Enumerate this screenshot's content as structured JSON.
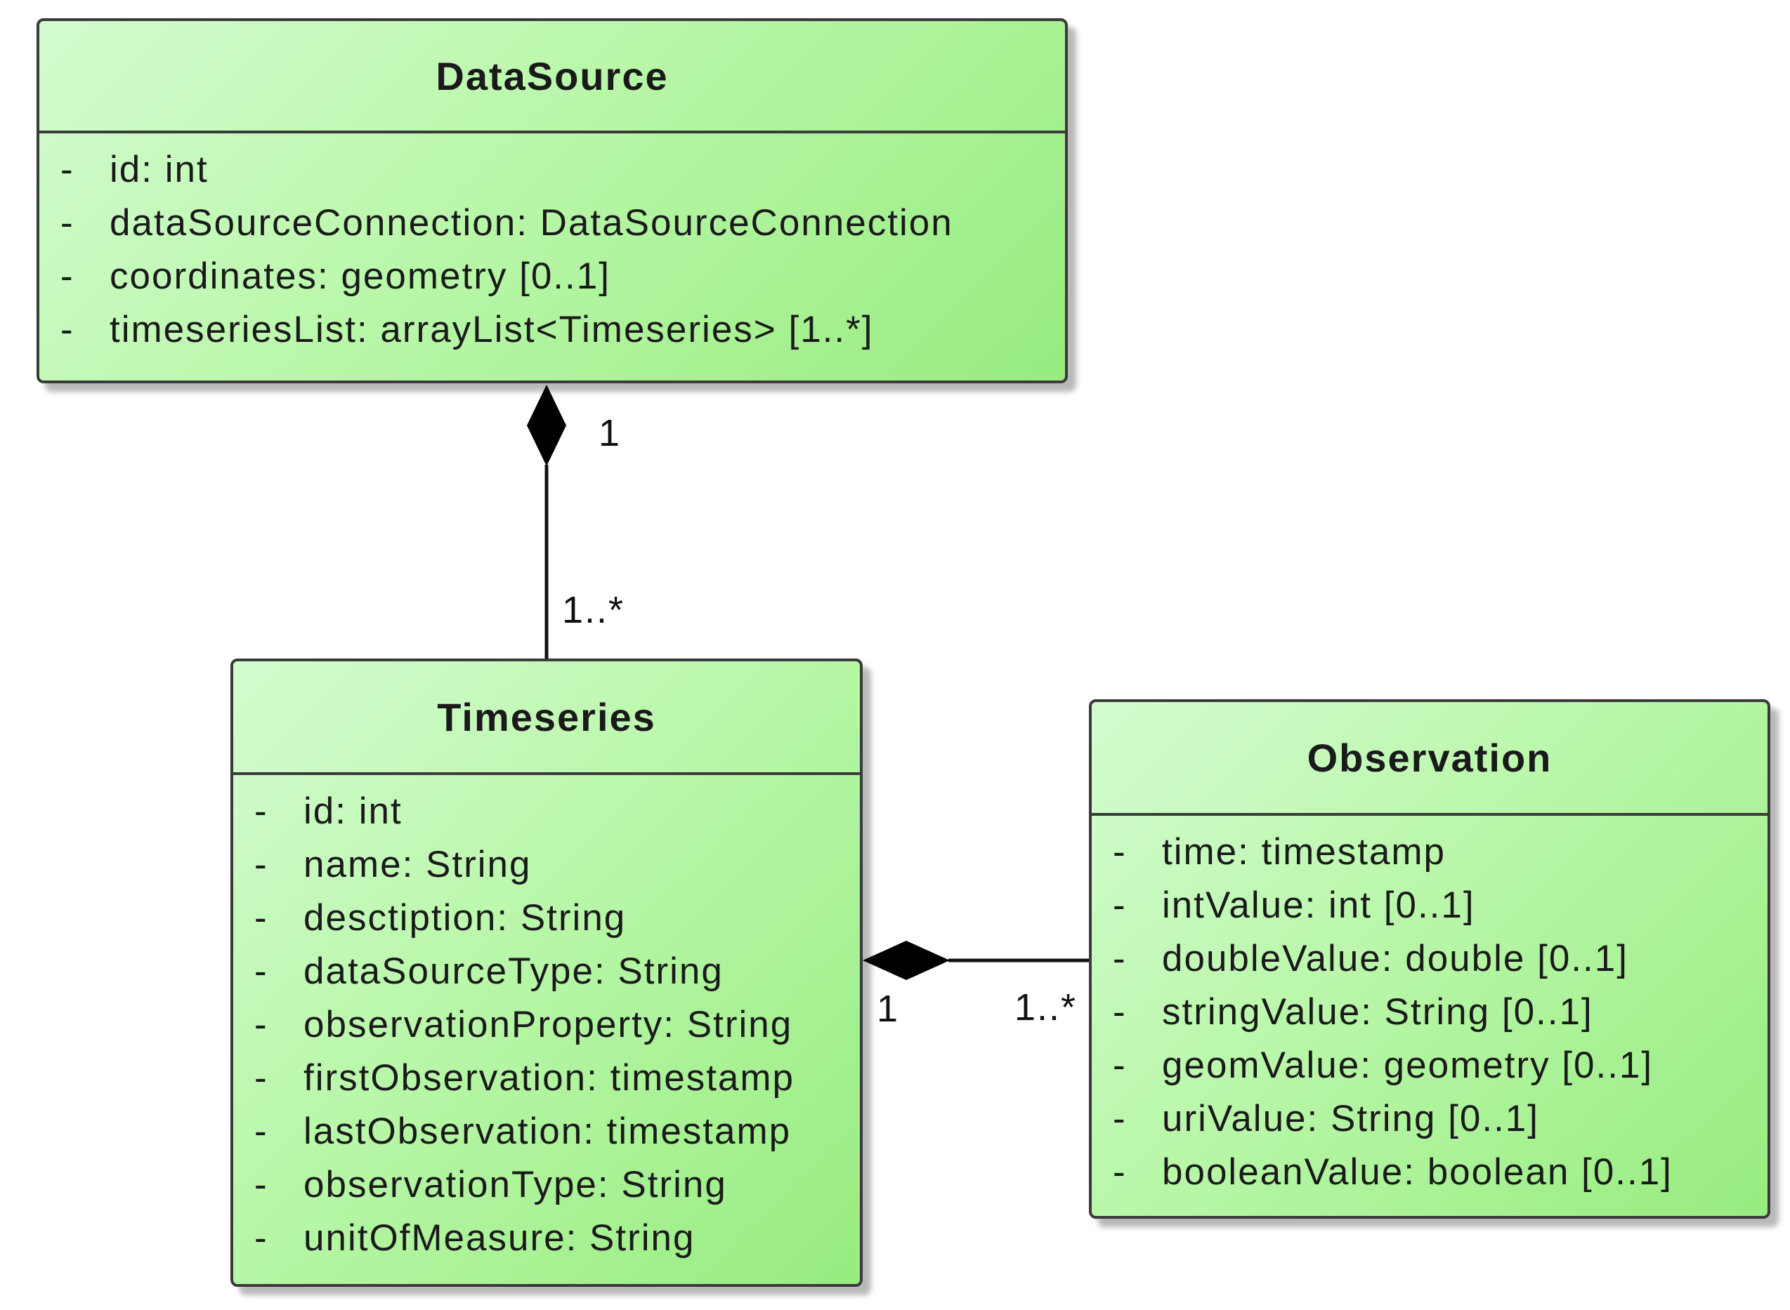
{
  "classes": {
    "datasource": {
      "name": "DataSource",
      "attributes": [
        {
          "vis": "-",
          "text": "id: int"
        },
        {
          "vis": "-",
          "text": "dataSourceConnection: DataSourceConnection"
        },
        {
          "vis": "-",
          "text": "coordinates: geometry [0..1]"
        },
        {
          "vis": "-",
          "text": "timeseriesList: arrayList<Timeseries> [1..*]"
        }
      ]
    },
    "timeseries": {
      "name": "Timeseries",
      "attributes": [
        {
          "vis": "-",
          "text": "id: int"
        },
        {
          "vis": "-",
          "text": "name: String"
        },
        {
          "vis": "-",
          "text": "desctiption: String"
        },
        {
          "vis": "-",
          "text": "dataSourceType: String"
        },
        {
          "vis": "-",
          "text": "observationProperty: String"
        },
        {
          "vis": "-",
          "text": "firstObservation: timestamp"
        },
        {
          "vis": "-",
          "text": "lastObservation: timestamp"
        },
        {
          "vis": "-",
          "text": "observationType: String"
        },
        {
          "vis": "-",
          "text": "unitOfMeasure: String"
        }
      ]
    },
    "observation": {
      "name": "Observation",
      "attributes": [
        {
          "vis": "-",
          "text": "time: timestamp"
        },
        {
          "vis": "-",
          "text": "intValue: int [0..1]"
        },
        {
          "vis": "-",
          "text": "doubleValue: double [0..1]"
        },
        {
          "vis": "-",
          "text": "stringValue: String [0..1]"
        },
        {
          "vis": "-",
          "text": "geomValue: geometry [0..1]"
        },
        {
          "vis": "-",
          "text": "uriValue: String [0..1]"
        },
        {
          "vis": "-",
          "text": "booleanValue: boolean [0..1]"
        }
      ]
    }
  },
  "associations": {
    "datasource_timeseries": {
      "kind": "composition",
      "source_multiplicity": "1",
      "target_multiplicity": "1..*"
    },
    "timeseries_observation": {
      "kind": "composition",
      "source_multiplicity": "1",
      "target_multiplicity": "1..*"
    }
  }
}
